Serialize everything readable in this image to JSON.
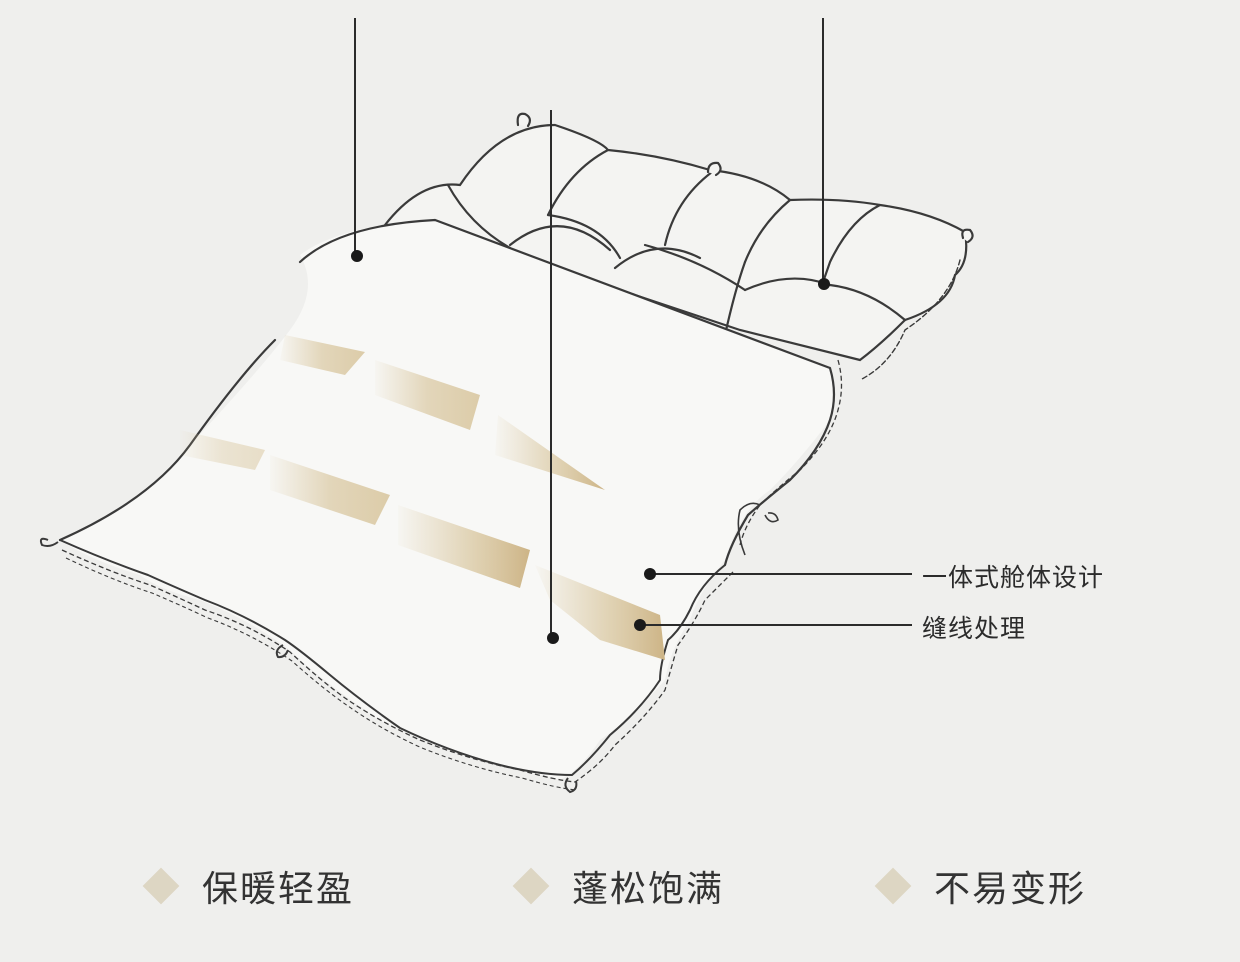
{
  "callouts": {
    "integrated_cabin": "一体式舱体设计",
    "stitching": "缝线处理"
  },
  "features": [
    {
      "label": "保暖轻盈",
      "icon": "diamond-icon"
    },
    {
      "label": "蓬松饱满",
      "icon": "diamond-icon"
    },
    {
      "label": "不易变形",
      "icon": "diamond-icon"
    }
  ],
  "colors": {
    "background": "#efefed",
    "outline": "#3a3a3a",
    "down_fill": "#d9c7a0",
    "diamond": "#ddd6c3"
  }
}
